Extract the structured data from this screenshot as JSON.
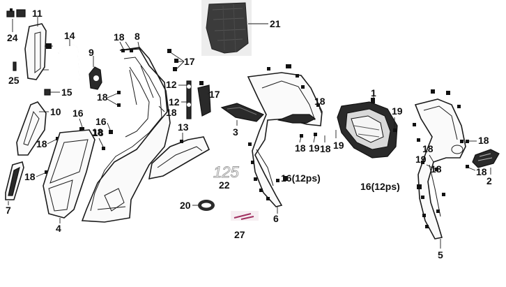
{
  "callouts": {
    "c1": "1",
    "c2": "2",
    "c3": "3",
    "c4": "4",
    "c5": "5",
    "c6": "6",
    "c7": "7",
    "c8": "8",
    "c9": "9",
    "c10": "10",
    "c11": "11",
    "c12a": "12",
    "c12b": "12",
    "c13": "13",
    "c14": "14",
    "c15": "15",
    "c16a": "16",
    "c16b": "16",
    "c16c": "16(12ps)",
    "c16d": "16(12ps)",
    "c17a": "17",
    "c17b": "17",
    "c18a": "18",
    "c18b": "18",
    "c18c": "18",
    "c18d": "18",
    "c18e": "18",
    "c18f": "18",
    "c18g": "18",
    "c18h": "18",
    "c18i": "18",
    "c18j": "18",
    "c18k": "18",
    "c18l": "18",
    "c19a": "19",
    "c19b": "19",
    "c19c": "19",
    "c19d": "19",
    "c20": "20",
    "c21": "21",
    "c22": "22",
    "c24": "24",
    "c25": "25",
    "c27": "27"
  },
  "emblem_text": "125",
  "colors": {
    "line": "#1a1a1a",
    "photo": "#3b3b3b",
    "emblem": "#9a9a9a"
  }
}
